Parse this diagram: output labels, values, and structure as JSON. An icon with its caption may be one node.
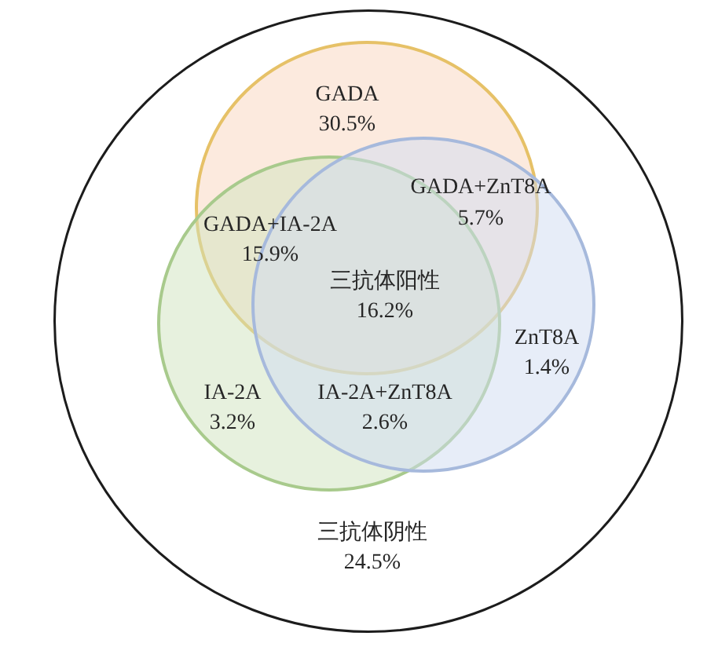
{
  "diagram": {
    "nodes": [
      {
        "text": [
          "三抗体阴性",
          "24.5%"
        ]
      },
      {
        "text": [
          "GADA",
          "30.5%"
        ],
        "in": 0
      },
      {
        "text": [
          "IA-2A",
          "3.2%"
        ],
        "in": 0
      },
      {
        "text": [
          "ZnT8A",
          "1.4%"
        ],
        "in": 0
      }
    ],
    "labels": [
      "GADA+ZnT8A",
      "5.7%",
      "GADA+IA-2A",
      "15.9%",
      "三抗体阳性",
      "16.2%",
      "IA-2A+ZnT8A",
      "2.6%"
    ]
  }
}
